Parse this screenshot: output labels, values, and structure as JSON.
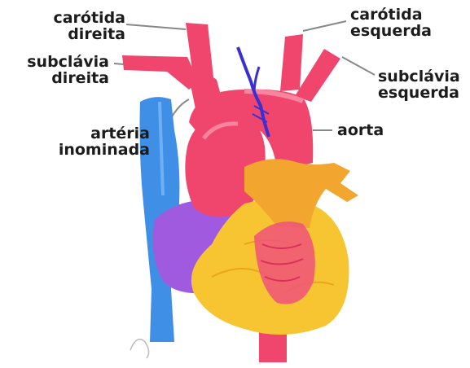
{
  "labels": {
    "carotida_direita": [
      "carótida",
      "direita"
    ],
    "subclavia_direita": [
      "subclávia",
      "direita"
    ],
    "arteria_inominada": [
      "artéria",
      "inominada"
    ],
    "carotida_esquerda": [
      "carótida",
      "esquerda"
    ],
    "subclavia_esquerda": [
      "subclávia",
      "esquerda"
    ],
    "aorta": [
      "aorta"
    ]
  },
  "colors": {
    "artery": "#f0466e",
    "vein": "#3f8fe6",
    "atrium": "#a05ae0",
    "ventricle": "#f7c531",
    "pulmonary": "#f2a62f",
    "nerve": "#3a2fd0"
  }
}
